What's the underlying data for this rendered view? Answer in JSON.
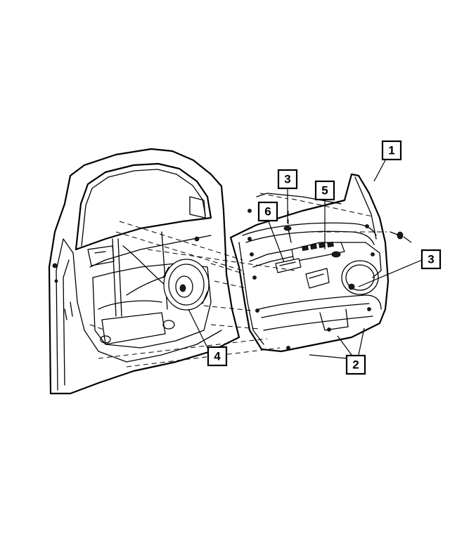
{
  "callouts": [
    {
      "id": "callout-1",
      "label": "1"
    },
    {
      "id": "callout-2",
      "label": "2"
    },
    {
      "id": "callout-3a",
      "label": "3"
    },
    {
      "id": "callout-3b",
      "label": "3"
    },
    {
      "id": "callout-4",
      "label": "4"
    },
    {
      "id": "callout-5",
      "label": "5"
    },
    {
      "id": "callout-6",
      "label": "6"
    }
  ],
  "parts": {
    "door_shell": "door-inner-shell",
    "trim_panel": "door-trim-panel",
    "fasteners": "trim-panel-fasteners",
    "speaker": "door-speaker",
    "switch_bezel": "window-switch-bezel",
    "pull_cup": "pull-cup"
  }
}
